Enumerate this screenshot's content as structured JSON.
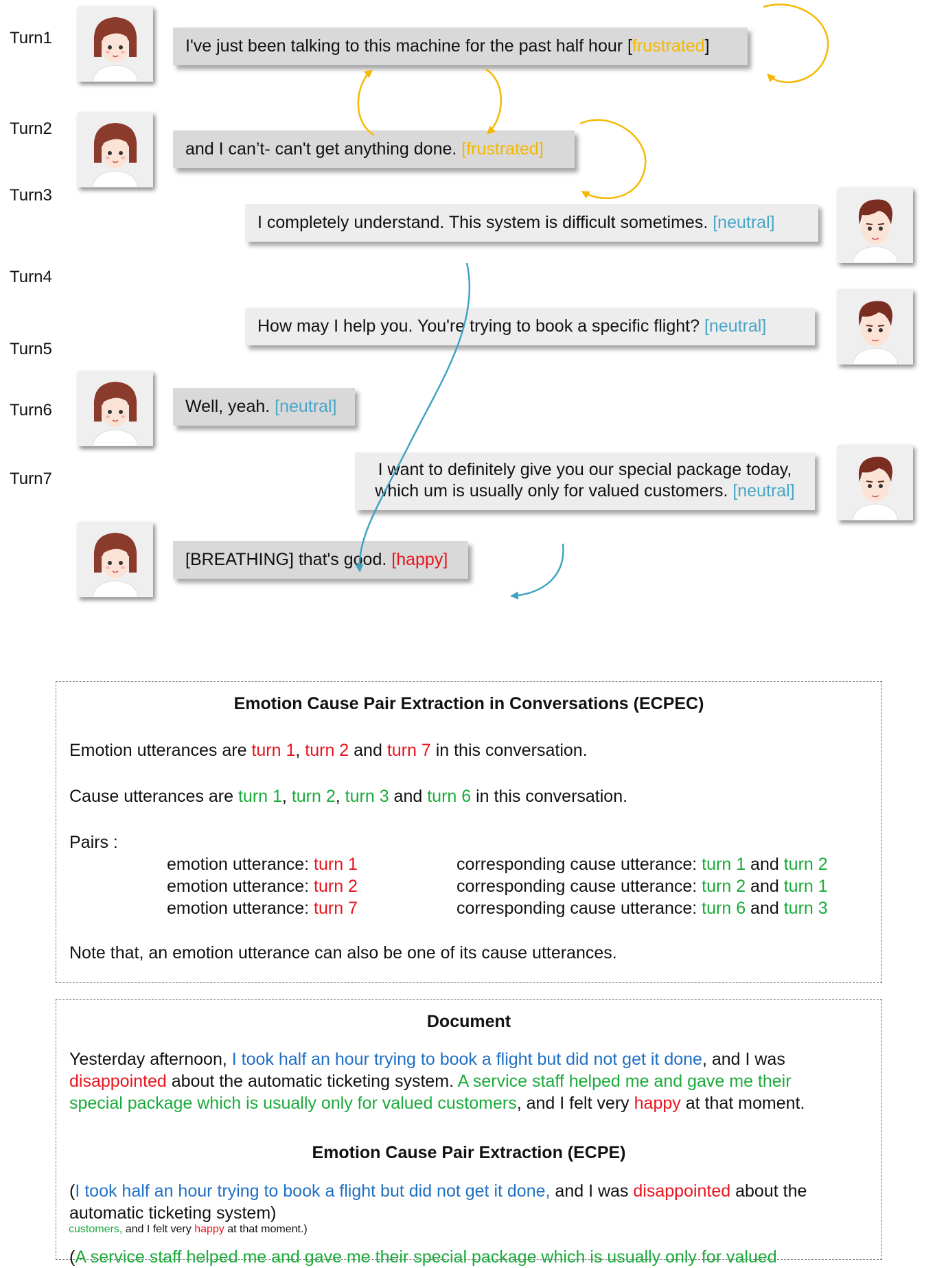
{
  "turns": [
    {
      "label": "Turn1",
      "text": "I've just been talking to this machine for the past half hour ",
      "emotion": "frustrated"
    },
    {
      "label": "Turn2",
      "text": "and I can’t- can't get anything done. ",
      "emotion": "[frustrated]"
    },
    {
      "label": "Turn3",
      "text": "I completely understand.  This system is difficult sometimes. ",
      "emotion": "[neutral]"
    },
    {
      "label": "Turn4",
      "text": "How may I help you.  You're trying to book a specific flight? ",
      "emotion": "[neutral]"
    },
    {
      "label": "Turn5",
      "text": "Well, yeah. ",
      "emotion": "[neutral]"
    },
    {
      "label": "Turn6",
      "line1": "I want to definitely give you our special package today,",
      "text": "which um is usually only for valued customers. ",
      "emotion": "[neutral]"
    },
    {
      "label": "Turn7",
      "text": "[BREATHING] that's good. ",
      "emotion": "[happy]"
    }
  ],
  "colors": {
    "frustrated": "#f5b800",
    "neutral": "#4aa5c7",
    "emotion": "#e8141e",
    "cause": "#1aab3a",
    "cause_clause": "#1f6fc4",
    "arrow_orange": "#f5b800",
    "arrow_blue": "#3fa3c4"
  },
  "ecpec": {
    "title": "Emotion Cause Pair Extraction in Conversations (ECPEC)",
    "emotion_line": {
      "prefix": "Emotion utterances are ",
      "t1": "turn 1",
      "sep1": ", ",
      "t2": "turn 2",
      "and": " and ",
      "t3": "turn 7",
      "suffix": " in this conversation."
    },
    "cause_line": {
      "prefix": "Cause utterances are ",
      "t1": "turn 1",
      "sep1": ", ",
      "t2": "turn 2",
      "sep2": ", ",
      "t3": "turn 3",
      "and": " and ",
      "t4": "turn 6",
      "suffix": " in this conversation."
    },
    "pairs_label": "Pairs :",
    "pairs": [
      {
        "emo_prefix": "emotion utterance: ",
        "emo": "turn 1",
        "cause_prefix": "corresponding cause utterance: ",
        "c1": "turn 1",
        "and": " and ",
        "c2": "turn 2"
      },
      {
        "emo_prefix": "emotion utterance: ",
        "emo": "turn 2",
        "cause_prefix": "corresponding cause utterance: ",
        "c1": "turn 2",
        "and": " and ",
        "c2": "turn 1"
      },
      {
        "emo_prefix": "emotion utterance: ",
        "emo": "turn 7",
        "cause_prefix": "corresponding cause utterance: ",
        "c1": "turn 6",
        "and": " and ",
        "c2": "turn 3"
      }
    ],
    "note": "Note that, an emotion utterance can also be one of its cause utterances."
  },
  "document": {
    "title": "Document",
    "p1": "Yesterday afternoon, ",
    "cause1": "I took half an hour trying to book a flight but did not get it done",
    "p2": ", and I was",
    "emo1": "disappointed",
    "p3": " about the automatic ticketing system. ",
    "cause2a": "A service staff helped me and gave me their",
    "cause2b": "special package which is usually only for valued customers",
    "p4": ", and I felt very ",
    "emo2": "happy",
    "p5": " at that moment.",
    "ecpe_title": "Emotion Cause Pair Extraction (ECPE)",
    "pair1": {
      "open": "(",
      "cause": "I took half an hour trying to book a flight but did not get it done,",
      "mid": " and I was ",
      "emo": "disappointed",
      "end1": " about the",
      "end2": "automatic ticketing system)"
    },
    "pair2": {
      "open": "(",
      "cause_a": "A service staff helped me and gave me their special package which is usually only for valued",
      "cause_b": "customers,",
      "mid": " and I felt very ",
      "emo": "happy",
      "end": " at that moment.)"
    }
  }
}
